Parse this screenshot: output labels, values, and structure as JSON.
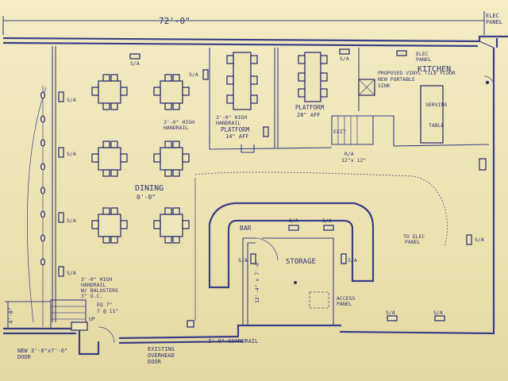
{
  "drawing": {
    "overall_dimension": "72'-0\"",
    "stair_dimension": "4'-0\"",
    "rooms": {
      "kitchen": "KITCHEN",
      "kitchen_note": [
        "PROPOSED VINYL TILE FLOOR",
        "NEW PORTABLE",
        "SINK"
      ],
      "elec_panel": [
        "ELEC",
        "PANEL"
      ],
      "elec_panel_top": [
        "ELEC",
        "PANEL"
      ],
      "serving_table": [
        "SERVING",
        "TABLE"
      ],
      "dining": "DINING",
      "dining_level": "0'-0\"",
      "platform_left": "PLATFORM",
      "platform_left_level": "14\" AFF",
      "platform_left_rail": [
        "3'-0\" HIGH",
        "HANDRAIL"
      ],
      "platform_right": "PLATFORM",
      "platform_right_level": "28\" AFF",
      "dining_rail": [
        "3'-0\" HIGH",
        "HANDRAIL"
      ],
      "bar": "BAR",
      "storage": "STORAGE",
      "storage_size": "12'-4\" x 7'-0\"",
      "access_panel": [
        "ACCESS",
        "PANEL"
      ],
      "to_elec_panel": [
        "TO ELEC",
        "PANEL"
      ],
      "exit_rail": [
        "3'-0\" HIGH",
        "HANDRAIL",
        "W/ BALUSTERS",
        "3\" O.C."
      ],
      "stair": [
        "EQ 7\"",
        "7 @ 11\""
      ],
      "new_door": [
        "NEW 3'-0\"x7'-0\"",
        "DOOR"
      ],
      "existing_door": [
        "EXISTING",
        "OVERHEAD",
        "DOOR"
      ],
      "guardrail": "3'-0\" GUARDRAIL",
      "stair_up": "UP",
      "exit": "EXIT",
      "sa": "S/A",
      "rc": "R/A",
      "vent": "12\"x 12\""
    }
  }
}
